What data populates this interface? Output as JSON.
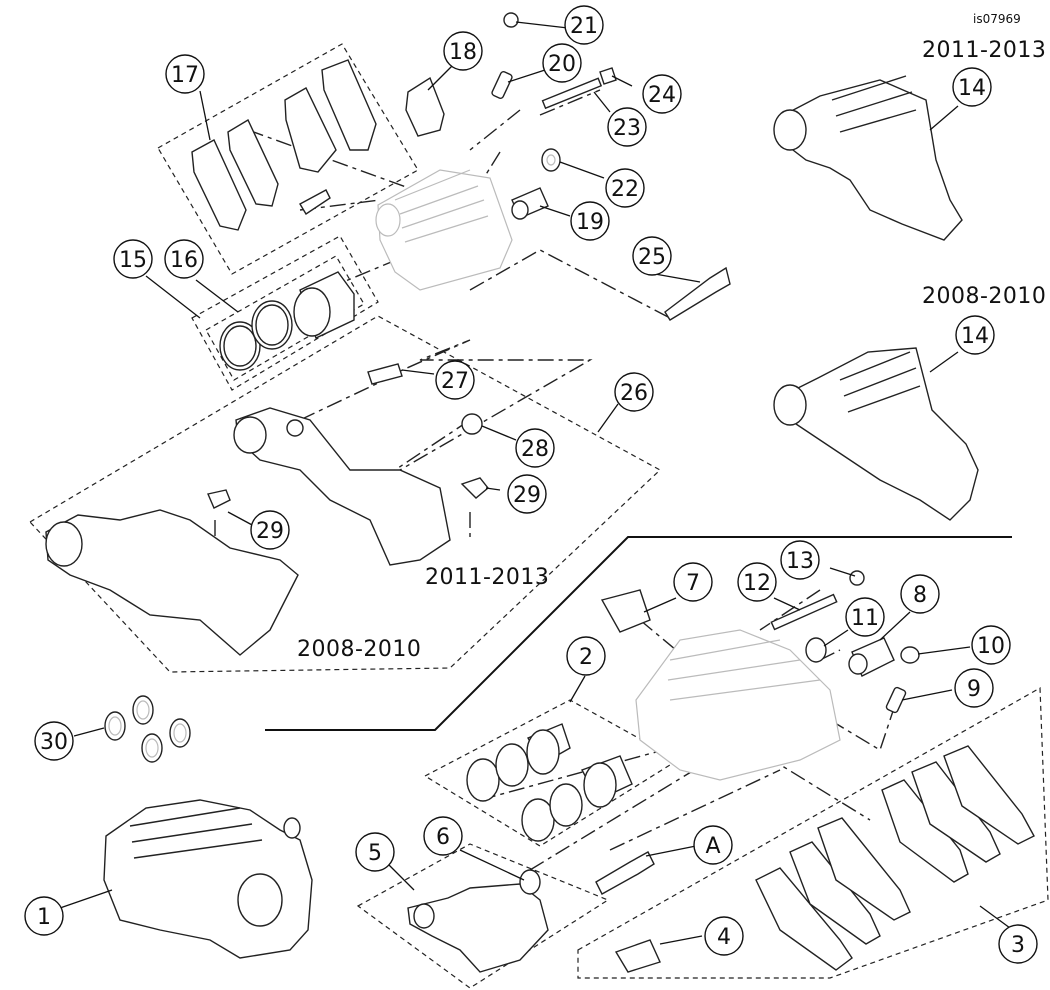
{
  "image_id": "is07969",
  "year_labels": {
    "top_right_new": "2011-2013",
    "top_right_old": "2008-2010",
    "bracket_new": "2011-2013",
    "bracket_old": "2008-2010"
  },
  "callouts": [
    "1",
    "2",
    "3",
    "4",
    "5",
    "6",
    "7",
    "8",
    "9",
    "10",
    "11",
    "12",
    "13",
    "14",
    "14",
    "15",
    "16",
    "17",
    "18",
    "19",
    "20",
    "21",
    "22",
    "23",
    "24",
    "25",
    "26",
    "27",
    "28",
    "29",
    "29",
    "30",
    "A"
  ]
}
